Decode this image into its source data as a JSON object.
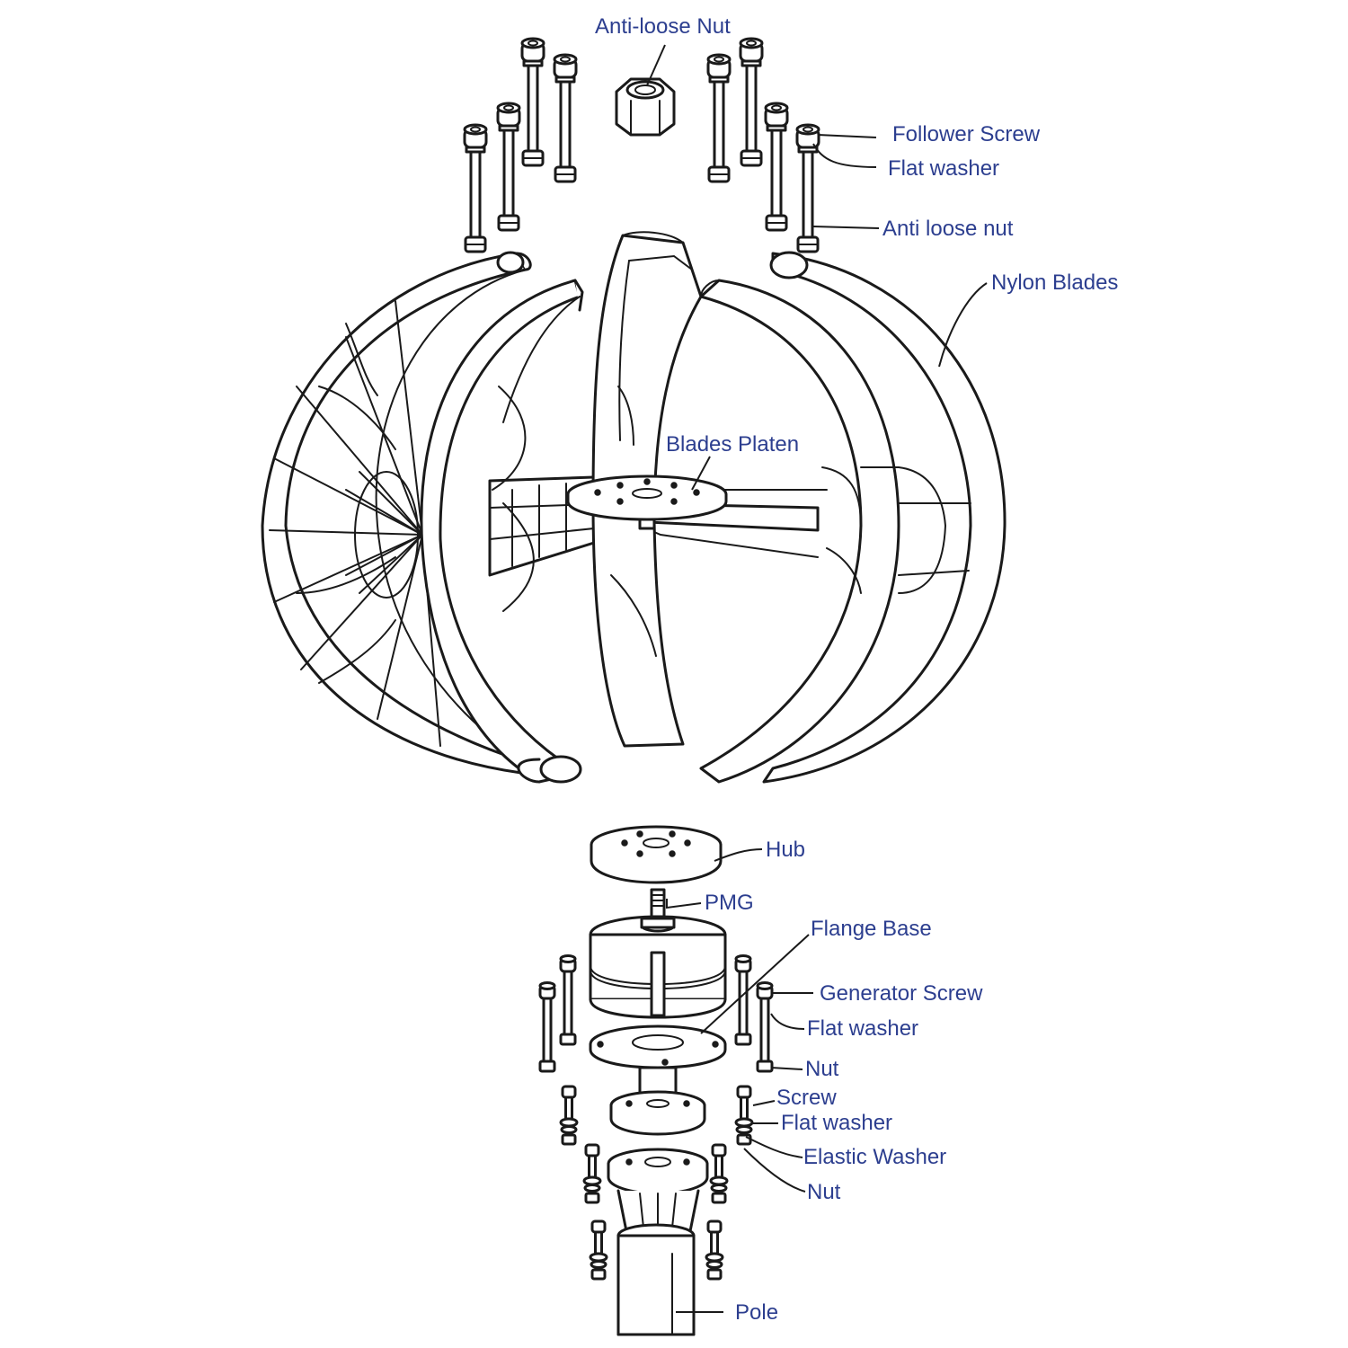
{
  "labels": {
    "anti_loose_nut_top": "Anti-loose Nut",
    "follower_screw": "Follower Screw",
    "flat_washer_top": "Flat washer",
    "anti_loose_nut": "Anti loose nut",
    "nylon_blades": "Nylon Blades",
    "blades_platen": "Blades Platen",
    "hub": "Hub",
    "pmg": "PMG",
    "flange_base": "Flange Base",
    "generator_screw": "Generator Screw",
    "flat_washer_mid": "Flat washer",
    "nut_mid": "Nut",
    "screw": "Screw",
    "flat_washer_low": "Flat washer",
    "elastic_washer": "Elastic Washer",
    "nut_low": "Nut",
    "pole": "Pole"
  },
  "colors": {
    "line": "#1a1a1a",
    "label": "#2c3e8f",
    "background": "#ffffff"
  }
}
